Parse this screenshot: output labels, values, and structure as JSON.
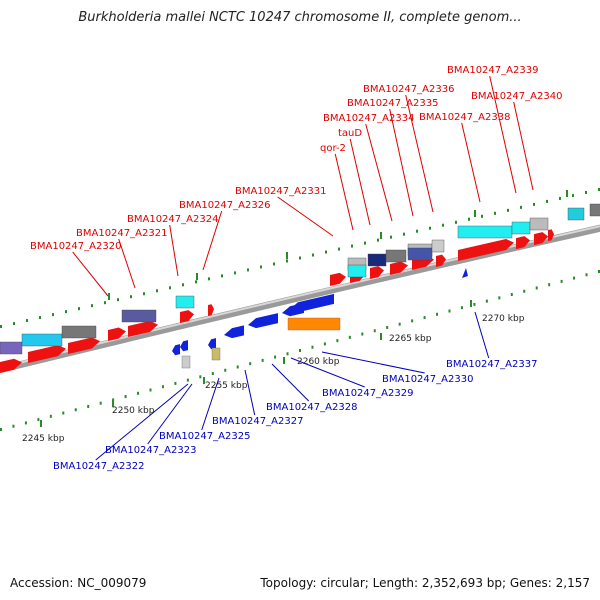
{
  "title": "Burkholderia mallei NCTC 10247 chromosome II, complete genom...",
  "footer": {
    "accession": "Accession: NC_009079",
    "topology": "Topology: circular; Length: 2,352,693 bp; Genes: 2,157"
  },
  "colors": {
    "forward_label": "#dd0000",
    "reverse_label": "#0000bb",
    "backbone": "#8c8c8c",
    "tick": "#2a8a2a"
  },
  "ticks": [
    {
      "label": "2245 kbp"
    },
    {
      "label": "2250 kbp"
    },
    {
      "label": "2255 kbp"
    },
    {
      "label": "2260 kbp"
    },
    {
      "label": "2265 kbp"
    },
    {
      "label": "2270 kbp"
    }
  ],
  "forward_labels": [
    "BMA10247_A2320",
    "BMA10247_A2321",
    "BMA10247_A2324",
    "BMA10247_A2326",
    "BMA10247_A2331",
    "qor-2",
    "tauD",
    "BMA10247_A2334",
    "BMA10247_A2335",
    "BMA10247_A2336",
    "BMA10247_A2338",
    "BMA10247_A2339",
    "BMA10247_A2340"
  ],
  "reverse_labels": [
    "BMA10247_A2322",
    "BMA10247_A2323",
    "BMA10247_A2325",
    "BMA10247_A2327",
    "BMA10247_A2328",
    "BMA10247_A2329",
    "BMA10247_A2330",
    "BMA10247_A2337"
  ]
}
